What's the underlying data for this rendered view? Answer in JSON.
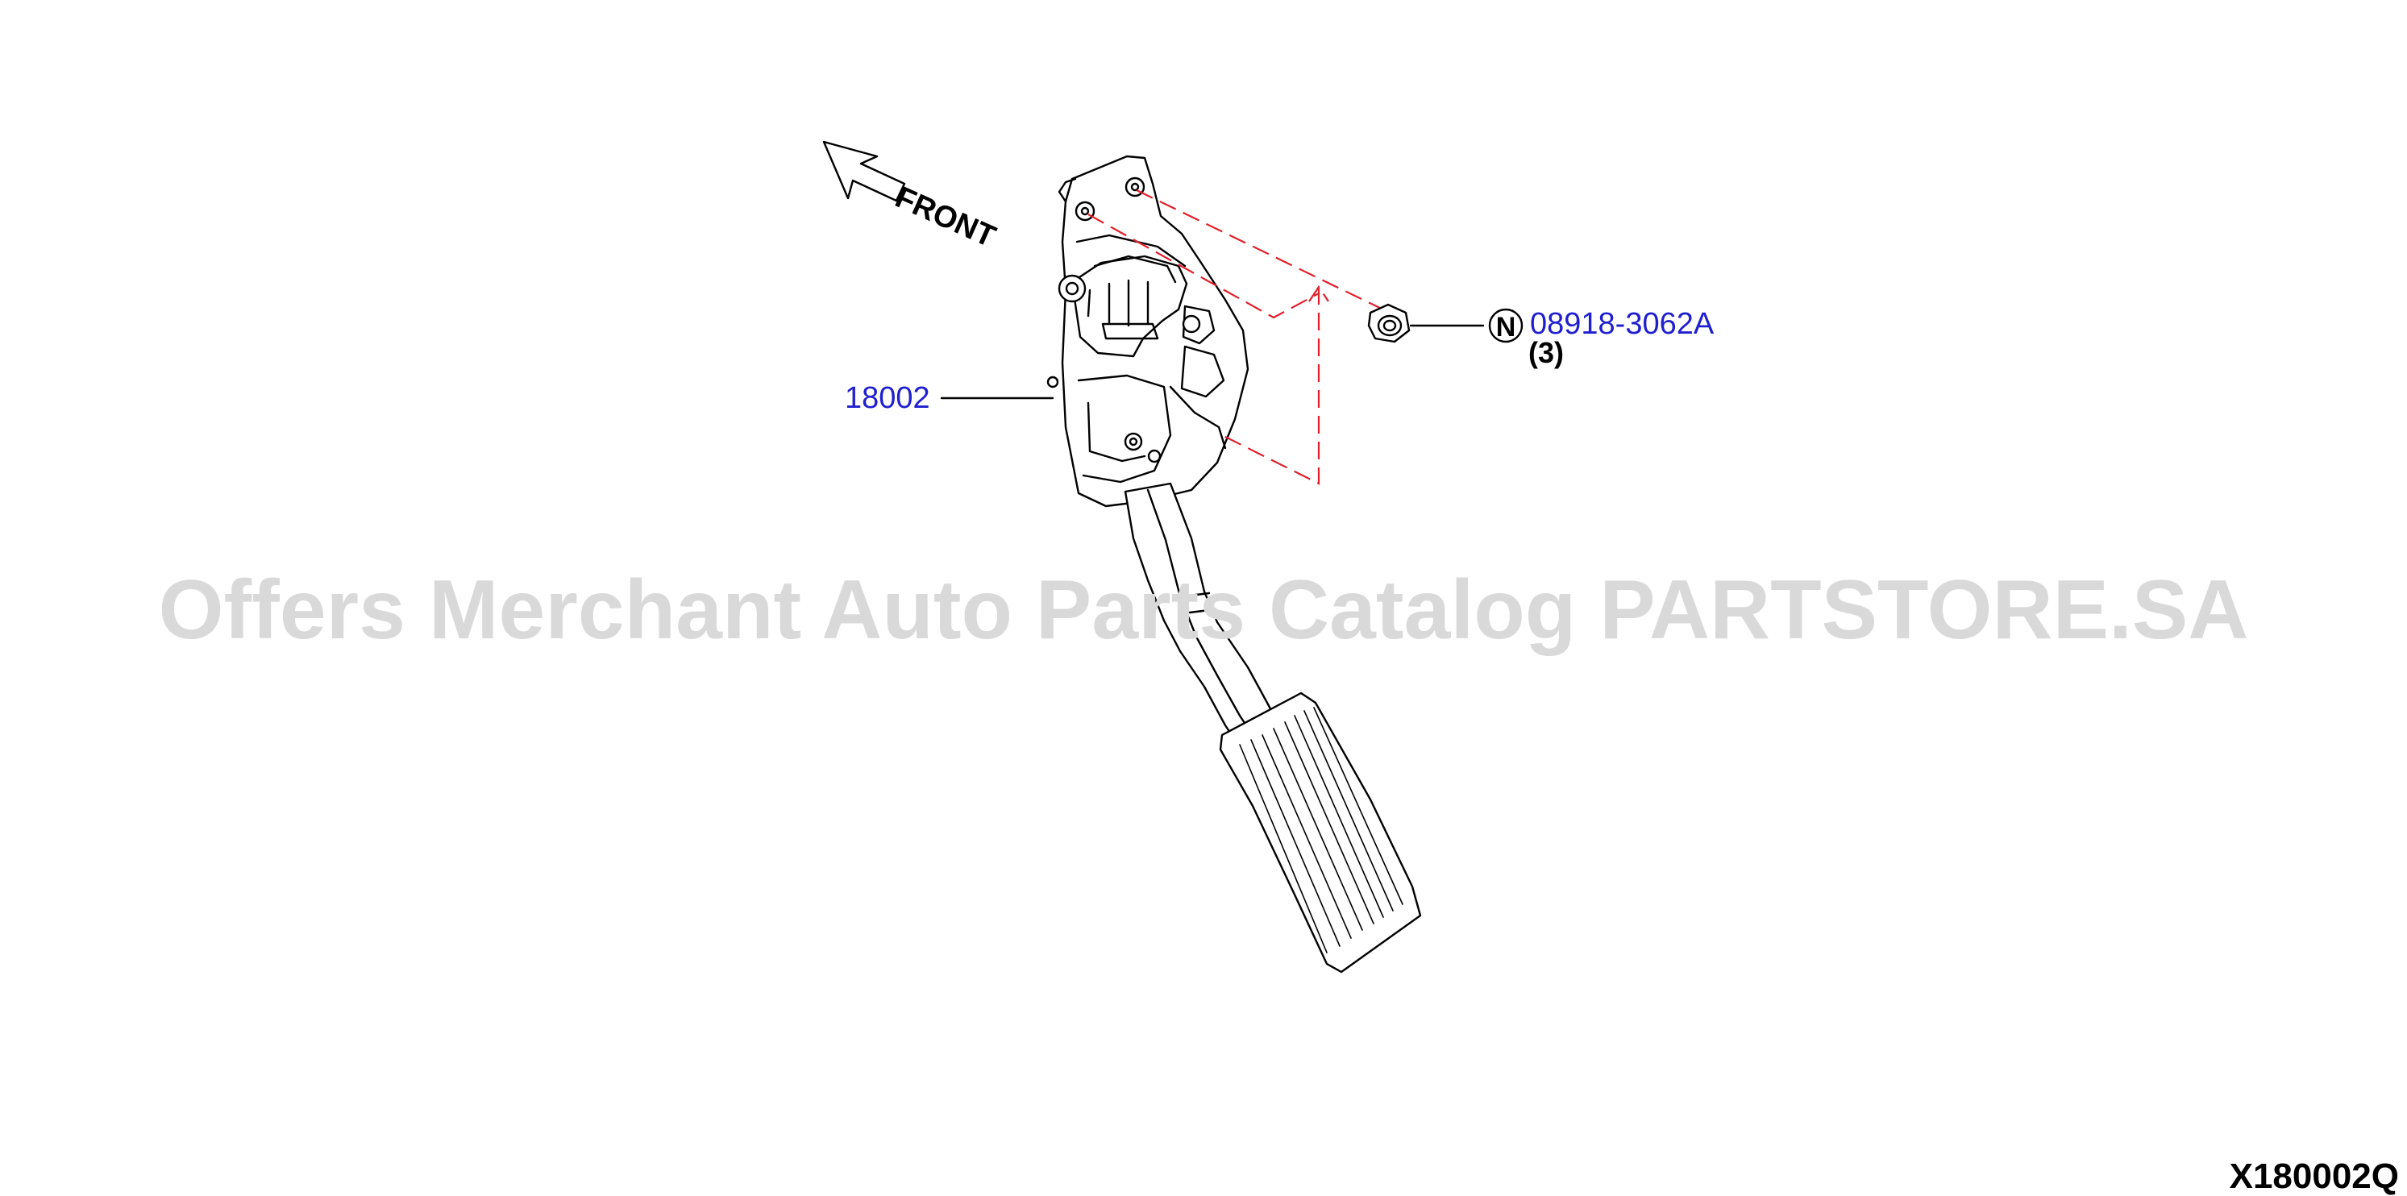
{
  "watermark": "Offers Merchant Auto Parts Catalog PARTSTORE.SA",
  "direction_label": "FRONT",
  "diagram_code": "X180002Q",
  "callouts": [
    {
      "part_number": "18002"
    },
    {
      "part_number": "08918-3062A",
      "symbol": "N",
      "quantity": "(3)"
    }
  ],
  "colors": {
    "callout_text": "#1f1fd0",
    "leader_dash": "#e0202a",
    "watermark": "#d9d9d9",
    "line": "#000000"
  },
  "icons": [
    "front-arrow-icon",
    "circled-n-icon",
    "flange-nut-icon"
  ]
}
